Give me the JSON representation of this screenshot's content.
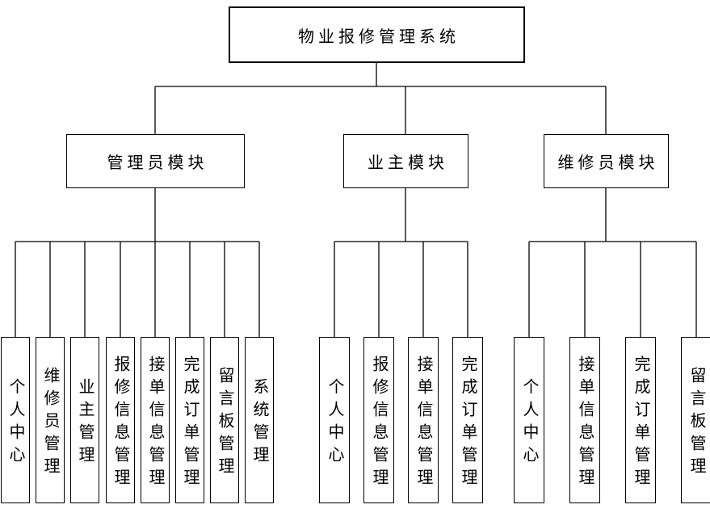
{
  "diagram": {
    "root_label": "物业报修管理系统",
    "modules": [
      {
        "label": "管理员模块",
        "leaves": [
          "个人中心",
          "维修员管理",
          "业主管理",
          "报修信息管理",
          "接单信息管理",
          "完成订单管理",
          "留言板管理",
          "系统管理"
        ]
      },
      {
        "label": "业主模块",
        "leaves": [
          "个人中心",
          "报修信息管理",
          "接单信息管理",
          "完成订单管理"
        ]
      },
      {
        "label": "维修员模块",
        "leaves": [
          "个人中心",
          "接单信息管理",
          "完成订单管理",
          "留言板管理"
        ]
      }
    ],
    "colors": {
      "background": "#ffffff",
      "box_fill": "#ffffff",
      "box_border": "#000000",
      "line": "#000000",
      "text": "#000000"
    }
  }
}
